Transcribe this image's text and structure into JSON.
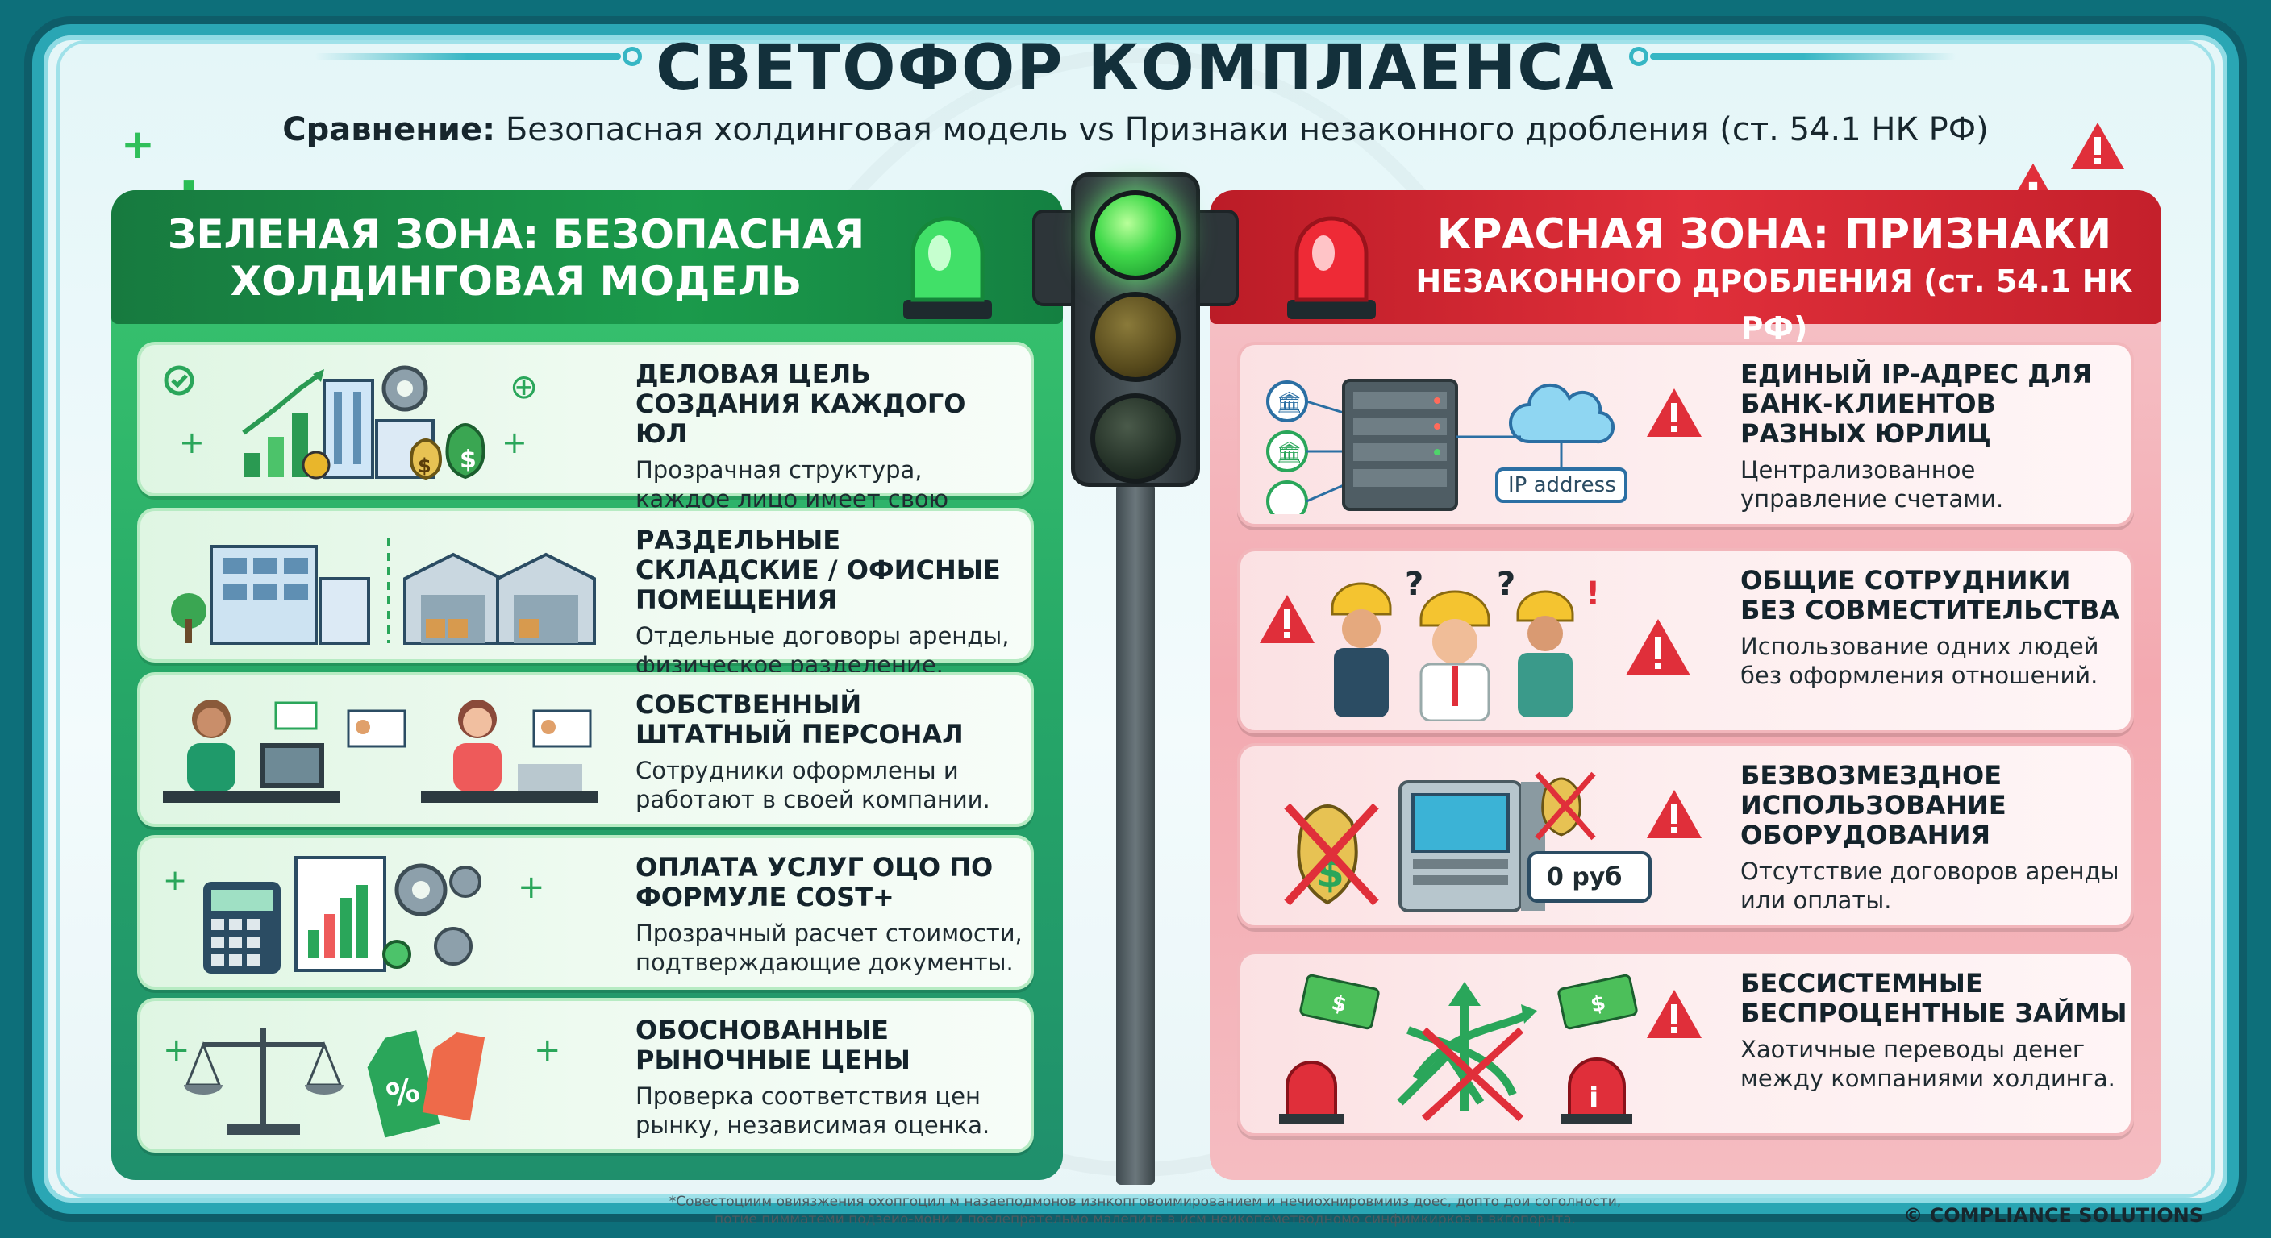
{
  "title": "СВЕТОФОР КОМПЛАЕНСА",
  "subtitle": {
    "lead": "Сравнение:",
    "text": "Безопасная холдинговая модель vs Признаки незаконного дробления (ст. 54.1 НК РФ)"
  },
  "green_zone": {
    "title_line1": "ЗЕЛЕНАЯ ЗОНА: БЕЗОПАСНАЯ",
    "title_line2": "ХОЛДИНГОВАЯ МОДЕЛЬ",
    "cards": [
      {
        "head": "ДЕЛОВАЯ ЦЕЛЬ СОЗДАНИЯ КАЖДОГО ЮЛ",
        "desc": "Прозрачная структура, каждое лицо имеет свою функцию."
      },
      {
        "head": "РАЗДЕЛЬНЫЕ СКЛАДСКИЕ / ОФИСНЫЕ ПОМЕЩЕНИЯ",
        "desc": "Отдельные договоры аренды, физическое разделение."
      },
      {
        "head": "СОБСТВЕННЫЙ ШТАТНЫЙ ПЕРСОНАЛ",
        "desc": "Сотрудники оформлены и работают в своей компании."
      },
      {
        "head": "ОПЛАТА УСЛУГ ОЦО ПО ФОРМУЛЕ Cost+",
        "desc": "Прозрачный расчет стоимости, подтверждающие документы."
      },
      {
        "head": "ОБОСНОВАННЫЕ РЫНОЧНЫЕ ЦЕНЫ",
        "desc": "Проверка соответствия цен рынку, независимая оценка."
      }
    ]
  },
  "red_zone": {
    "title_line1": "КРАСНАЯ ЗОНА: ПРИЗНАКИ",
    "title_line2": "НЕЗАКОННОГО ДРОБЛЕНИЯ (ст. 54.1 НК РФ)",
    "cards": [
      {
        "head": "ЕДИНЫЙ IP-АДРЕС ДЛЯ БАНК-КЛИЕНТОВ РАЗНЫХ ЮРЛИЦ",
        "desc": "Централизованное управление счетами."
      },
      {
        "head": "ОБЩИЕ СОТРУДНИКИ БЕЗ СОВМЕСТИТЕЛЬСТВА",
        "desc": "Использование одних людей без оформления отношений."
      },
      {
        "head": "БЕЗВОЗМЕЗДНОЕ ИСПОЛЬЗОВАНИЕ ОБОРУДОВАНИЯ",
        "desc": "Отсутствие договоров аренды или оплаты."
      },
      {
        "head": "БЕССИСТЕМНЫЕ БЕСПРОЦЕНТНЫЕ ЗАЙМЫ",
        "desc": "Хаотичные переводы денег между компаниями холдинга."
      }
    ],
    "ip_label": "IP address",
    "zero_label": "0 руб"
  },
  "footer": {
    "note_line1": "*Совестоциим овиязжения охопгоцил м назаеподмонов изнкопговоимированием и нечиохнировмииз доес, допто дои соголности,",
    "note_line2": "потие пимматеми подзеио-мони и поелепрательмо малепитв в исм неикопеметводномо синфимкирков в вкгопорнта.",
    "copyright": "© COMPLIANCE SOLUTIONS"
  },
  "colors": {
    "green": "#1b9a4b",
    "red": "#e02f3a",
    "teal_frame": "#2aa6b4"
  }
}
